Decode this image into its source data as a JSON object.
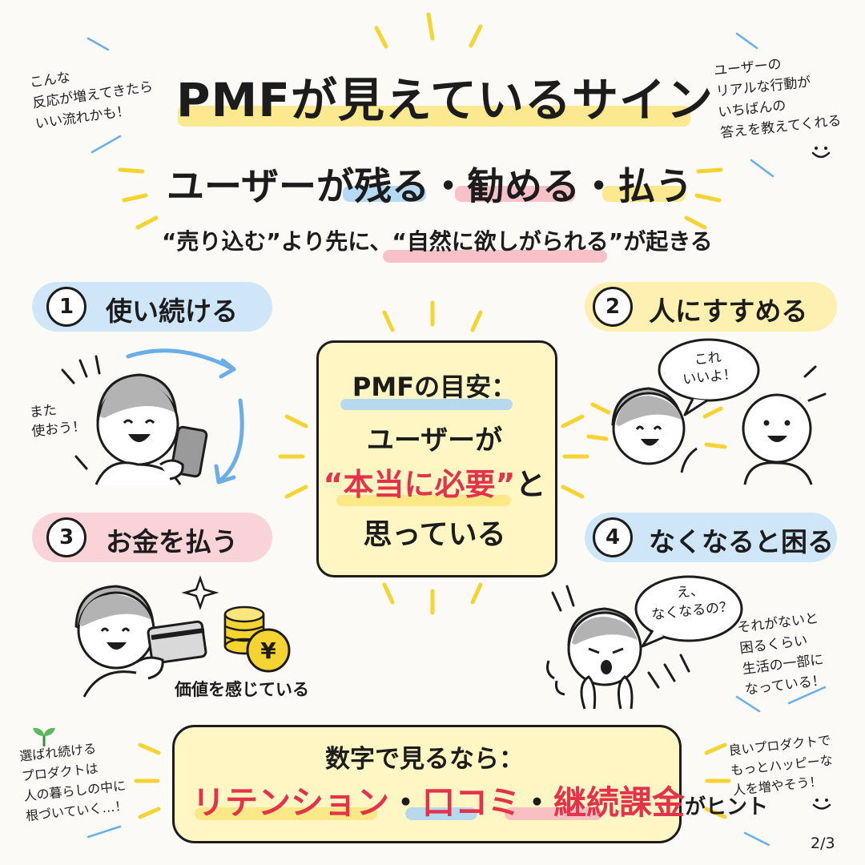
{
  "header": {
    "title": "PMFが見えているサイン",
    "subtitle_parts": [
      "ユーザーが",
      "残る",
      "・",
      "勧める",
      "・",
      "払う"
    ],
    "tagline_pre": "“売り込む”より先に、",
    "tagline_highlight": "“自然に欲しがられる”",
    "tagline_post": "が起きる"
  },
  "corner_notes": {
    "top_left": [
      "こんな",
      "反応が増えてきたら",
      "いい流れかも！"
    ],
    "top_right": [
      "ユーザーの",
      "リアルな行動が",
      "いちばんの",
      "答えを教えてくれる"
    ],
    "bottom_left": [
      "選ばれ続ける",
      "プロダクトは",
      "人の暮らしの中に",
      "根づいていく…！"
    ],
    "bottom_right": [
      "良いプロダクトで",
      "もっとハッピーな",
      "人を増やそう！"
    ]
  },
  "sections": [
    {
      "number": "1",
      "label": "使い続ける",
      "speech": [
        "また",
        "使おう！"
      ]
    },
    {
      "number": "2",
      "label": "人にすすめる",
      "speech": [
        "これ",
        "いいよ！"
      ]
    },
    {
      "number": "3",
      "label": "お金を払う",
      "caption": "価値を感じている"
    },
    {
      "number": "4",
      "label": "なくなると困る",
      "speech": [
        "え、",
        "なくなるの？"
      ],
      "side_note": [
        "それがないと",
        "困るくらい",
        "生活の一部に",
        "なっている！"
      ]
    }
  ],
  "center": {
    "heading": "PMFの目安：",
    "line1": "ユーザーが",
    "line2_highlight": "“本当に必要”",
    "line2_post": "と",
    "line3": "思っている"
  },
  "bottom": {
    "heading": "数字で見るなら：",
    "items": [
      "リテンション",
      "・",
      "口コミ",
      "・",
      "継続課金"
    ],
    "suffix": "がヒント"
  },
  "coin_symbol": "¥",
  "page_indicator": "2/3",
  "colors": {
    "blue_highlight": "#a9d4f5",
    "pink_highlight": "#f7b6c0",
    "yellow_highlight": "#fbe57c",
    "accent_red": "#e3334a",
    "box_fill": "#fff6c4",
    "hair": "#b3b3b3",
    "arrow_blue": "#6aaee8",
    "ray_yellow": "#f5d330"
  }
}
